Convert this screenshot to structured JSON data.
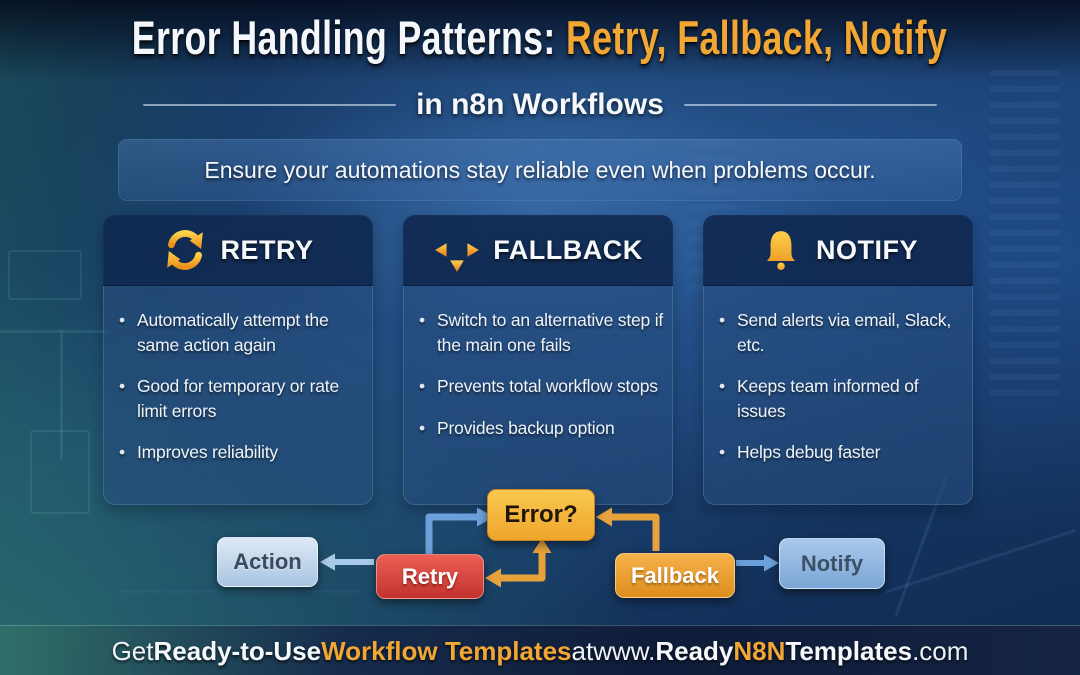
{
  "title": {
    "white_part": "Error Handling Patterns:",
    "orange_part": "Retry, Fallback, Notify"
  },
  "subtitle": "in n8n Workflows",
  "tagline": "Ensure your automations stay reliable even when problems occur.",
  "colors": {
    "accent_orange": "#f2a735",
    "retry_node_red": "#c2332d",
    "error_node_yellow": "#f0a92e",
    "fallback_node_orange": "#e09420",
    "light_blue_node": "#aecbe8",
    "background_navy": "#132c52",
    "teal_tint": "#2f7a74",
    "arrow_blue": "#6ba0da",
    "arrow_orange": "#e8a23c"
  },
  "cards": [
    {
      "icon": "retry-refresh-icon",
      "title": "RETRY",
      "bullets": [
        "Automatically attempt the same action again",
        "Good for temporary or rate limit errors",
        "Improves reliability"
      ]
    },
    {
      "icon": "fallback-arrows-icon",
      "title": "FALLBACK",
      "bullets": [
        "Switch to an alternative step if the main one fails",
        "Prevents total workflow stops",
        "Provides backup option"
      ]
    },
    {
      "icon": "notify-bell-icon",
      "title": "NOTIFY",
      "bullets": [
        "Send alerts via email, Slack, etc.",
        "Keeps team informed of issues",
        "Helps debug faster"
      ]
    }
  ],
  "flow": {
    "nodes": {
      "action": "Action",
      "retry": "Retry",
      "error": "Error?",
      "fallback": "Fallback",
      "notify": "Notify"
    }
  },
  "footer": {
    "get": "Get ",
    "ready_to_use": "Ready-to-Use ",
    "workflow_templates": "Workflow Templates",
    "at": " at ",
    "www": "www.",
    "ready": "Ready",
    "n8n": "N8N",
    "templates": "Templates",
    "com": ".com"
  }
}
